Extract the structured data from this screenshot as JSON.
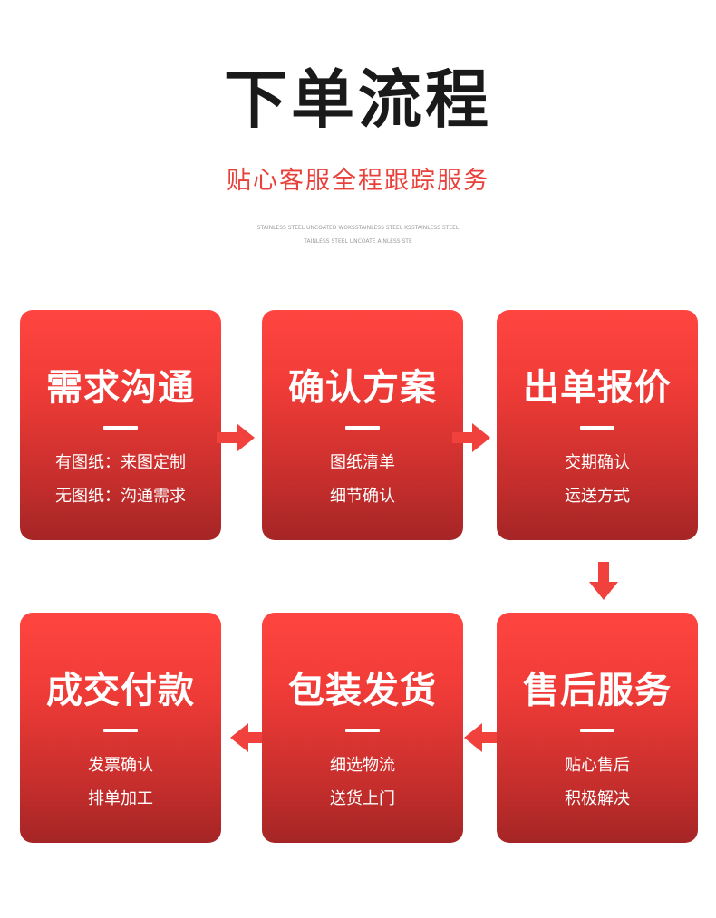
{
  "header": {
    "title": "下单流程",
    "subtitle": "贴心客服全程跟踪服务",
    "small_line_1": "STAINLESS STEEL UNCOATED WOKSSTAINLESS STEEL KSSTAINLESS STEEL",
    "small_line_2": "TAINLESS STEEL UNCOATE AINLESS STE"
  },
  "steps": [
    {
      "title": "需求沟通",
      "line1": "有图纸：来图定制",
      "line2": "无图纸：沟通需求"
    },
    {
      "title": "确认方案",
      "line1": "图纸清单",
      "line2": "细节确认"
    },
    {
      "title": "出单报价",
      "line1": "交期确认",
      "line2": "运送方式"
    },
    {
      "title": "成交付款",
      "line1": "发票确认",
      "line2": "排单加工"
    },
    {
      "title": "包装发货",
      "line1": "细选物流",
      "line2": "送货上门"
    },
    {
      "title": "售后服务",
      "line1": "贴心售后",
      "line2": "积极解决"
    }
  ],
  "colors": {
    "accent": "#e8413c",
    "card_top": "#ff4540",
    "card_bottom": "#a52526",
    "title_text": "#1a1a1a"
  },
  "icons": {
    "arrow_right": "arrow-right-icon",
    "arrow_down": "arrow-down-icon",
    "arrow_left": "arrow-left-icon"
  }
}
